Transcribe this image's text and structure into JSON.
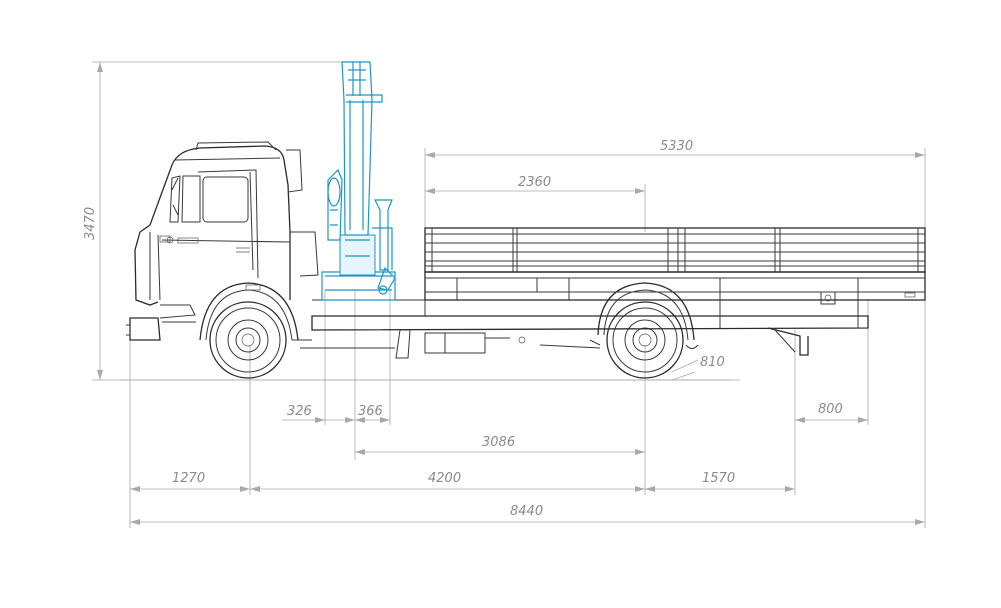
{
  "dimensions": {
    "height_total": "3470",
    "platform_length": "5330",
    "crane_clearance": "2360",
    "ground_clearance": "810",
    "crane_offset_a": "326",
    "crane_offset_b": "366",
    "crane_to_rear_axle": "3086",
    "rear_overhang_step": "800",
    "front_overhang": "1270",
    "wheelbase": "4200",
    "rear_overhang": "1570",
    "total_length": "8440"
  },
  "colors": {
    "line": "#3a3a3a",
    "dimension": "#a9a9a9",
    "crane": "#1e95c8"
  }
}
